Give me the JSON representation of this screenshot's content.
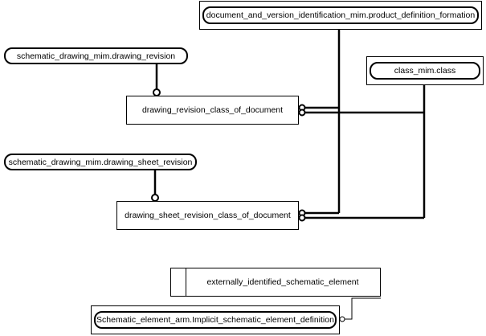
{
  "entities": {
    "product_definition_formation": "document_and_version_identification_mim.product_definition_formation",
    "drawing_revision": "schematic_drawing_mim.drawing_revision",
    "class": "class_mim.class",
    "drawing_revision_class_of_document": "drawing_revision_class_of_document",
    "drawing_sheet_revision": "schematic_drawing_mim.drawing_sheet_revision",
    "drawing_sheet_revision_class_of_document": "drawing_sheet_revision_class_of_document",
    "externally_identified_schematic_element": "externally_identified_schematic_element",
    "implicit_schematic_element_definition": "Schematic_element_arm.Implicit_schematic_element_definition"
  }
}
